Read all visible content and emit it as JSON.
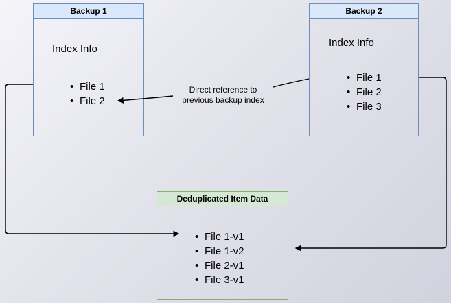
{
  "boxes": {
    "backup1": {
      "title": "Backup 1",
      "subtitle": "Index Info",
      "files": [
        "File 1",
        "File 2"
      ]
    },
    "backup2": {
      "title": "Backup 2",
      "subtitle": "Index Info",
      "files": [
        "File 1",
        "File 2",
        "File 3"
      ]
    },
    "dedup": {
      "title": "Deduplicated Item Data",
      "files": [
        "File 1-v1",
        "File 1-v2",
        "File 2-v1",
        "File 3-v1"
      ]
    }
  },
  "annotations": {
    "direct_reference": {
      "line1": "Direct reference to",
      "line2": "previous backup index"
    }
  },
  "colors": {
    "blue_header_fill": "#dae8fc",
    "blue_border": "#6c8ebf",
    "green_header_fill": "#d5e8d4",
    "green_border": "#82b366",
    "arrow": "#000000"
  }
}
